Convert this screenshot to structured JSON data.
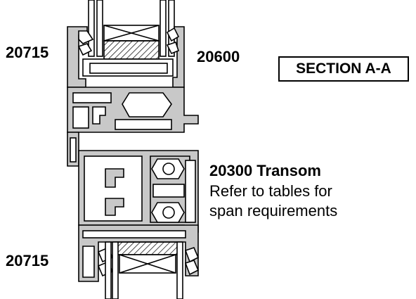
{
  "labels": {
    "top_left_part": "20715",
    "top_right_part": "20600",
    "section_title": "SECTION A-A",
    "transom_part": "20300 Transom",
    "note_line1": "Refer to tables for",
    "note_line2": "span requirements",
    "bottom_left_part": "20715"
  },
  "colors": {
    "profile_fill": "#c8c8c8",
    "stroke": "#000000",
    "glass": "#ffffff"
  }
}
